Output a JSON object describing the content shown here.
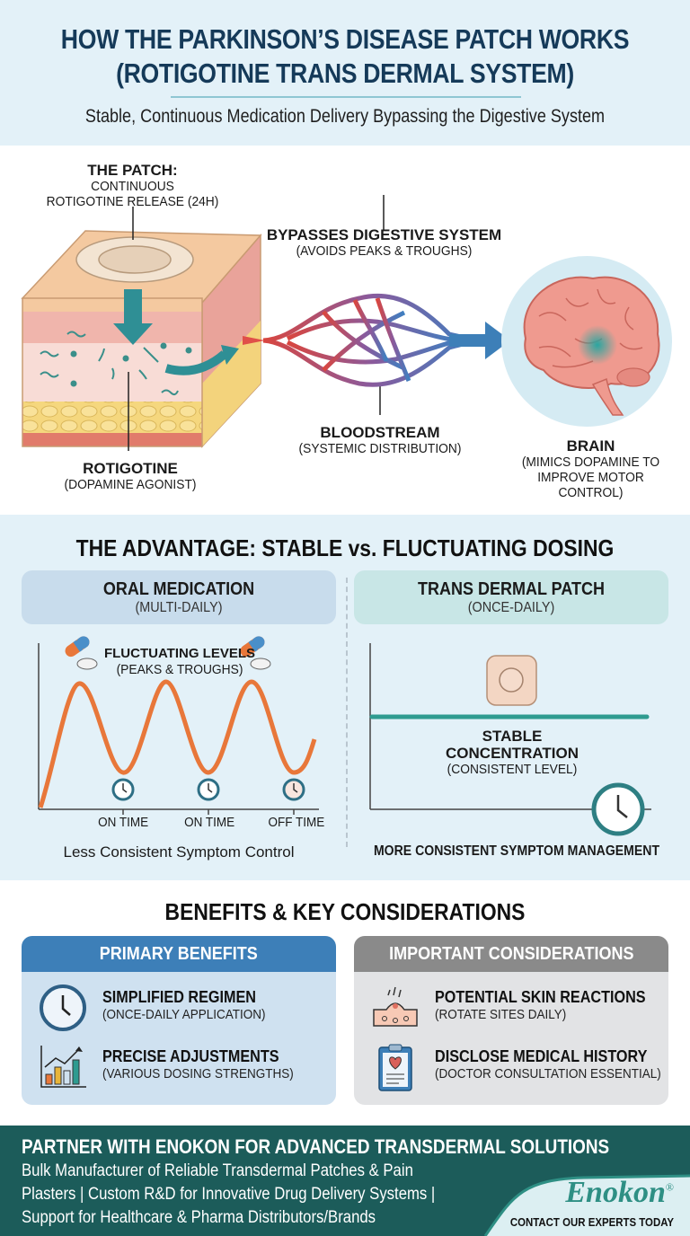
{
  "header": {
    "title_line1": "HOW THE PARKINSON’S DISEASE PATCH WORKS",
    "title_line2": "(ROTIGOTINE TRANS DERMAL SYSTEM)",
    "subtitle": "Stable, Continuous Medication Delivery Bypassing the Digestive System"
  },
  "illustration": {
    "patch": {
      "title": "THE PATCH:",
      "line1": "CONTINUOUS",
      "line2": "ROTIGOTINE RELEASE (24H)"
    },
    "rotigotine": {
      "title": "ROTIGOTINE",
      "line1": "(DOPAMINE AGONIST)"
    },
    "bypass": {
      "title": "BYPASSES DIGESTIVE SYSTEM",
      "line1": "(AVOIDS PEAKS & TROUGHS)"
    },
    "bloodstream": {
      "title": "BLOODSTREAM",
      "line1": "(SYSTEMIC DISTRIBUTION)"
    },
    "brain": {
      "title": "BRAIN",
      "line1": "(MIMICS DOPAMINE TO",
      "line2": "IMPROVE MOTOR CONTROL)"
    },
    "icons": [
      "skin-cross-section-icon",
      "patch-icon",
      "blood-vessel-network-icon",
      "arrow-right-icon",
      "brain-icon"
    ]
  },
  "advantage": {
    "title": "THE ADVANTAGE: STABLE vs. FLUCTUATING DOSING",
    "oral": {
      "title": "ORAL MEDICATION",
      "subtitle": "(MULTI-DAILY)",
      "chart_title": "FLUCTUATING LEVELS",
      "chart_subtitle": "(PEAKS & TROUGHS)",
      "markers": [
        "ON TIME",
        "ON TIME",
        "OFF TIME"
      ],
      "caption": "Less Consistent Symptom Control",
      "icons": [
        "pill-icon",
        "pill-icon",
        "clock-icon",
        "clock-icon",
        "clock-icon"
      ]
    },
    "patch": {
      "title": "TRANS DERMAL PATCH",
      "subtitle": "(ONCE-DAILY)",
      "line_label1": "STABLE",
      "line_label2": "CONCENTRATION",
      "line_label3": "(CONSISTENT LEVEL)",
      "caption": "MORE CONSISTENT SYMPTOM MANAGEMENT",
      "icons": [
        "patch-icon",
        "clock-icon"
      ]
    }
  },
  "chart_data": [
    {
      "type": "line",
      "title": "FLUCTUATING LEVELS (PEAKS & TROUGHS)",
      "xlabel": "",
      "ylabel": "",
      "x_markers": [
        "ON TIME",
        "ON TIME",
        "OFF TIME"
      ],
      "series": [
        {
          "name": "Oral medication",
          "shape": "oscillating",
          "peaks": 3,
          "troughs": 3,
          "color": "#e8773a"
        }
      ]
    },
    {
      "type": "line",
      "title": "STABLE CONCENTRATION (CONSISTENT LEVEL)",
      "series": [
        {
          "name": "Transdermal patch",
          "shape": "flat",
          "color": "#2e9b90"
        }
      ]
    }
  ],
  "benefits": {
    "title": "BENEFITS & KEY CONSIDERATIONS",
    "primary": {
      "header": "PRIMARY BENEFITS",
      "items": [
        {
          "title": "SIMPLIFIED REGIMEN",
          "desc": "(ONCE-DAILY APPLICATION)",
          "icon": "clock-icon"
        },
        {
          "title": "PRECISE ADJUSTMENTS",
          "desc": "(VARIOUS DOSING STRENGTHS)",
          "icon": "bar-chart-icon"
        }
      ]
    },
    "considerations": {
      "header": "IMPORTANT CONSIDERATIONS",
      "items": [
        {
          "title": "POTENTIAL SKIN REACTIONS",
          "desc": "(ROTATE SITES DAILY)",
          "icon": "skin-irritation-icon"
        },
        {
          "title": "DISCLOSE MEDICAL HISTORY",
          "desc": "(DOCTOR CONSULTATION ESSENTIAL)",
          "icon": "clipboard-heart-icon"
        }
      ]
    }
  },
  "footer": {
    "title": "PARTNER WITH ENOKON FOR ADVANCED TRANSDERMAL SOLUTIONS",
    "line1": "Bulk Manufacturer of Reliable Transdermal Patches & Pain",
    "line2": "Plasters | Custom R&D for Innovative Drug Delivery Systems |",
    "line3": "Support for Healthcare & Pharma Distributors/Brands",
    "brand": "Enokon",
    "registered": "®",
    "cta": "CONTACT OUR EXPERTS TODAY"
  },
  "colors": {
    "header_bg": "#e3f1f8",
    "title_navy": "#153a59",
    "oral_curve": "#e8773a",
    "stable_line": "#2e9b90",
    "benefits_blue": "#3d7fb8",
    "considerations_gray": "#8a8a8a",
    "footer_teal": "#1c5c5a"
  }
}
